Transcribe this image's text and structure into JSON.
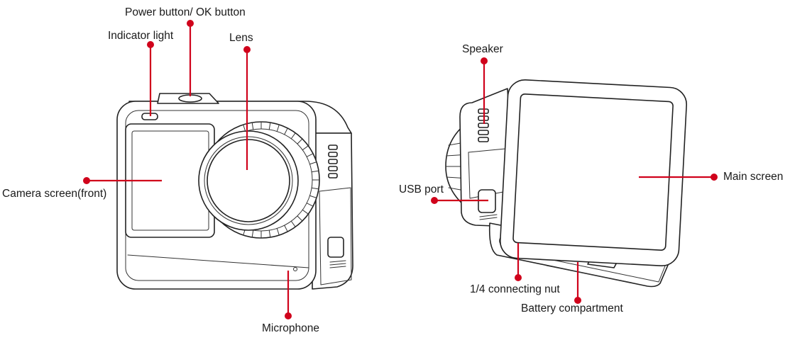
{
  "accent_color": "#d0021b",
  "labels": {
    "power_button": "Power button/ OK button",
    "indicator_light": "Indicator light",
    "lens": "Lens",
    "camera_screen": "Camera screen(front)",
    "microphone": "Microphone",
    "speaker": "Speaker",
    "usb_port": "USB port",
    "main_screen": "Main screen",
    "connecting_nut": "1/4 connecting nut",
    "battery_compartment": "Battery compartment"
  }
}
